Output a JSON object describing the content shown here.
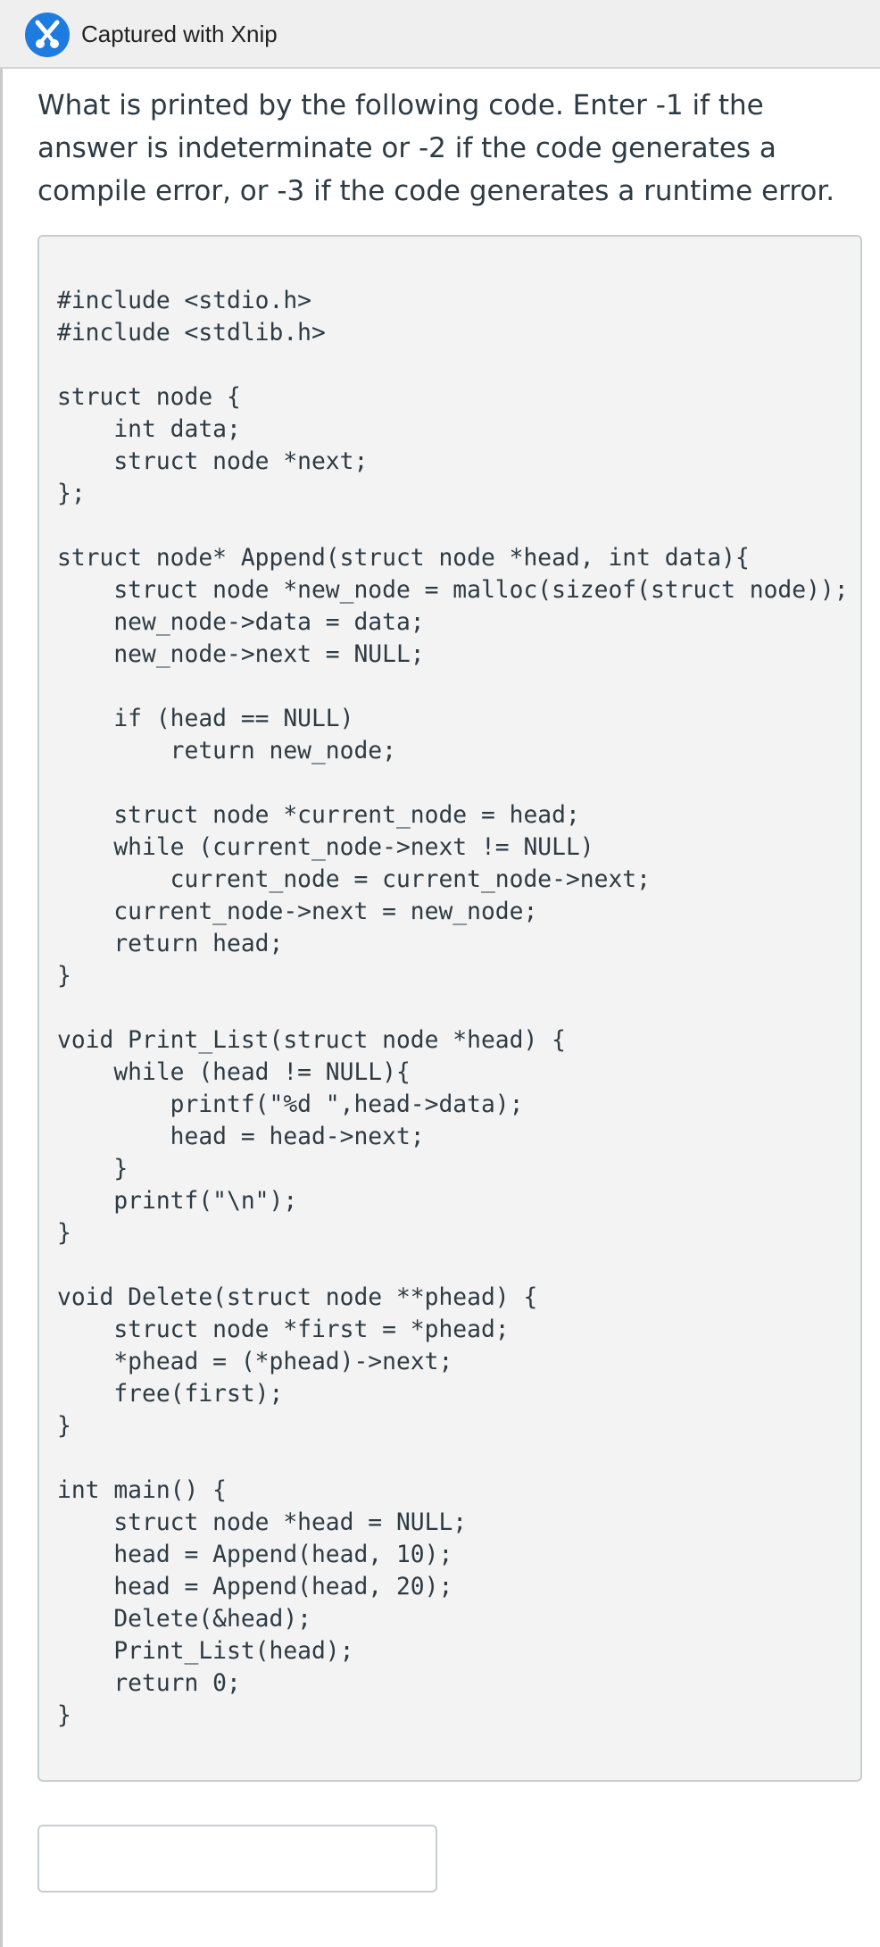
{
  "window": {
    "title": "Captured with Xnip",
    "logo_icon": "xnip-logo-icon",
    "logo_color": "#1e7be0"
  },
  "question": {
    "prompt": "What is printed by the following code. Enter -1 if the answer is indeterminate or -2 if the code generates a compile error, or -3 if the code generates a runtime error."
  },
  "code": {
    "lines": [
      "#include <stdio.h>",
      "#include <stdlib.h>",
      "",
      "struct node {",
      "    int data;",
      "    struct node *next;",
      "};",
      "",
      "struct node* Append(struct node *head, int data){",
      "    struct node *new_node = malloc(sizeof(struct node));",
      "    new_node->data = data;",
      "    new_node->next = NULL;",
      "",
      "    if (head == NULL)",
      "        return new_node;",
      "",
      "    struct node *current_node = head;",
      "    while (current_node->next != NULL)",
      "        current_node = current_node->next;",
      "    current_node->next = new_node;",
      "    return head;",
      "}",
      "",
      "void Print_List(struct node *head) {",
      "    while (head != NULL){",
      "        printf(\"%d \",head->data);",
      "        head = head->next;",
      "    }",
      "    printf(\"\\n\");",
      "}",
      "",
      "void Delete(struct node **phead) {",
      "    struct node *first = *phead;",
      "    *phead = (*phead)->next;",
      "    free(first);",
      "}",
      "",
      "int main() {",
      "    struct node *head = NULL;",
      "    head = Append(head, 10);",
      "    head = Append(head, 20);",
      "    Delete(&head);",
      "    Print_List(head);",
      "    return 0;",
      "}"
    ]
  },
  "answer": {
    "value": "",
    "placeholder": ""
  }
}
